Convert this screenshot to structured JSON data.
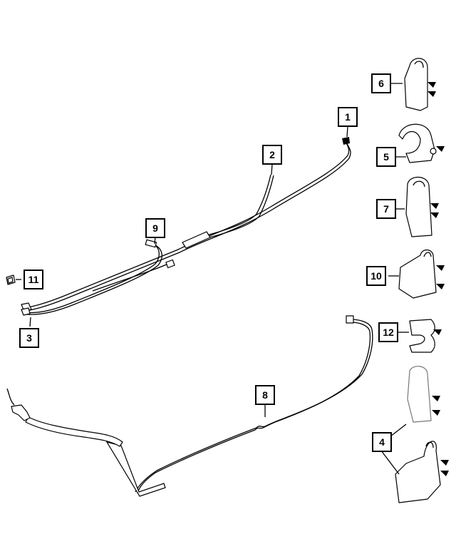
{
  "diagram": {
    "callouts": [
      {
        "id": "c1",
        "label": "1"
      },
      {
        "id": "c2",
        "label": "2"
      },
      {
        "id": "c3",
        "label": "3"
      },
      {
        "id": "c4",
        "label": "4"
      },
      {
        "id": "c5",
        "label": "5"
      },
      {
        "id": "c6",
        "label": "6"
      },
      {
        "id": "c7",
        "label": "7"
      },
      {
        "id": "c8",
        "label": "8"
      },
      {
        "id": "c9",
        "label": "9"
      },
      {
        "id": "c10",
        "label": "10"
      },
      {
        "id": "c11",
        "label": "11"
      },
      {
        "id": "c12",
        "label": "12"
      }
    ],
    "colors": {
      "ink": "#000000",
      "background": "#ffffff"
    }
  }
}
